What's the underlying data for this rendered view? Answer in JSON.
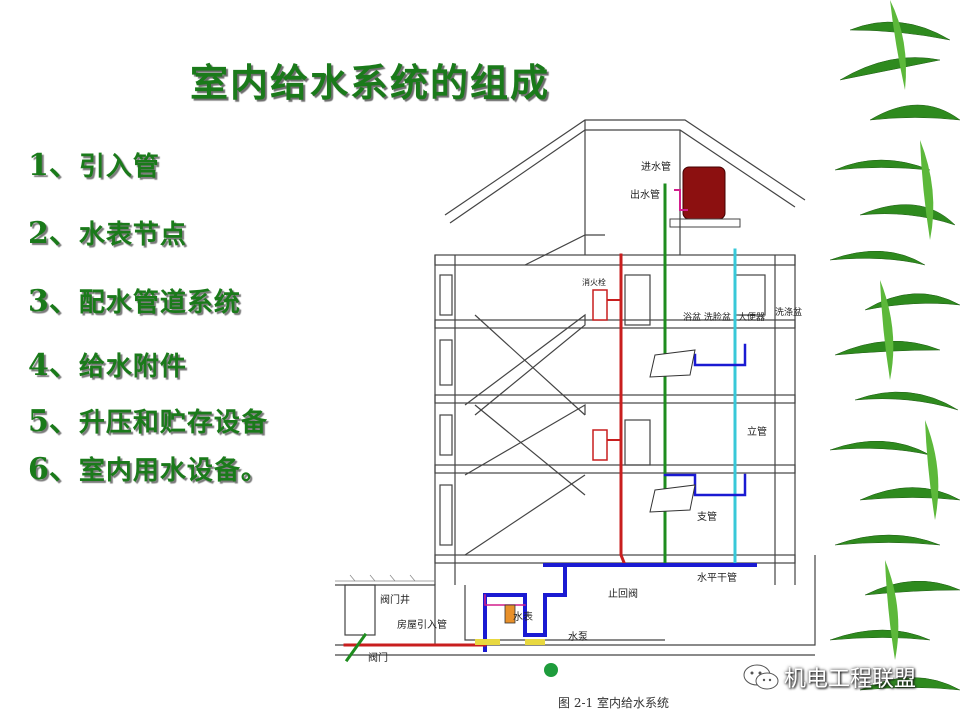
{
  "slide": {
    "title": "室内给水系统的组成",
    "items": [
      {
        "num": "1、",
        "text": "引入管"
      },
      {
        "num": "2、",
        "text": "水表节点"
      },
      {
        "num": "3、",
        "text": "配水管道系统"
      },
      {
        "num": "4、",
        "text": "给水附件"
      },
      {
        "num": "5、",
        "text": "升压和贮存设备"
      },
      {
        "num": "6、",
        "text": "室内用水设备。"
      }
    ]
  },
  "diagram": {
    "labels": {
      "inlet_pipe_top": "进水管",
      "outlet_pipe_top": "出水管",
      "fire_hydrant": "消火栓",
      "bath_washbasin": "浴盆 洗脸盆",
      "toilet": "大便器",
      "sink": "洗涤盆",
      "riser": "立管",
      "branch": "支管",
      "horizontal_main": "水平干管",
      "check_valve": "止回阀",
      "water_meter": "水表",
      "pump": "水泵",
      "valve_well": "阀门井",
      "house_inlet": "房屋引入管",
      "gate_valve": "阀门",
      "caption": "图 2-1   室内给水系统"
    },
    "colors": {
      "red_pipe": "#c81e1e",
      "green_pipe": "#1e8c1e",
      "blue_pipe": "#1a1ad2",
      "cyan_pipe": "#38c8d8",
      "tank": "#8c1010",
      "magenta": "#d21e8c"
    }
  },
  "watermark": {
    "text": "机电工程联盟",
    "icon": "wechat-icon"
  }
}
